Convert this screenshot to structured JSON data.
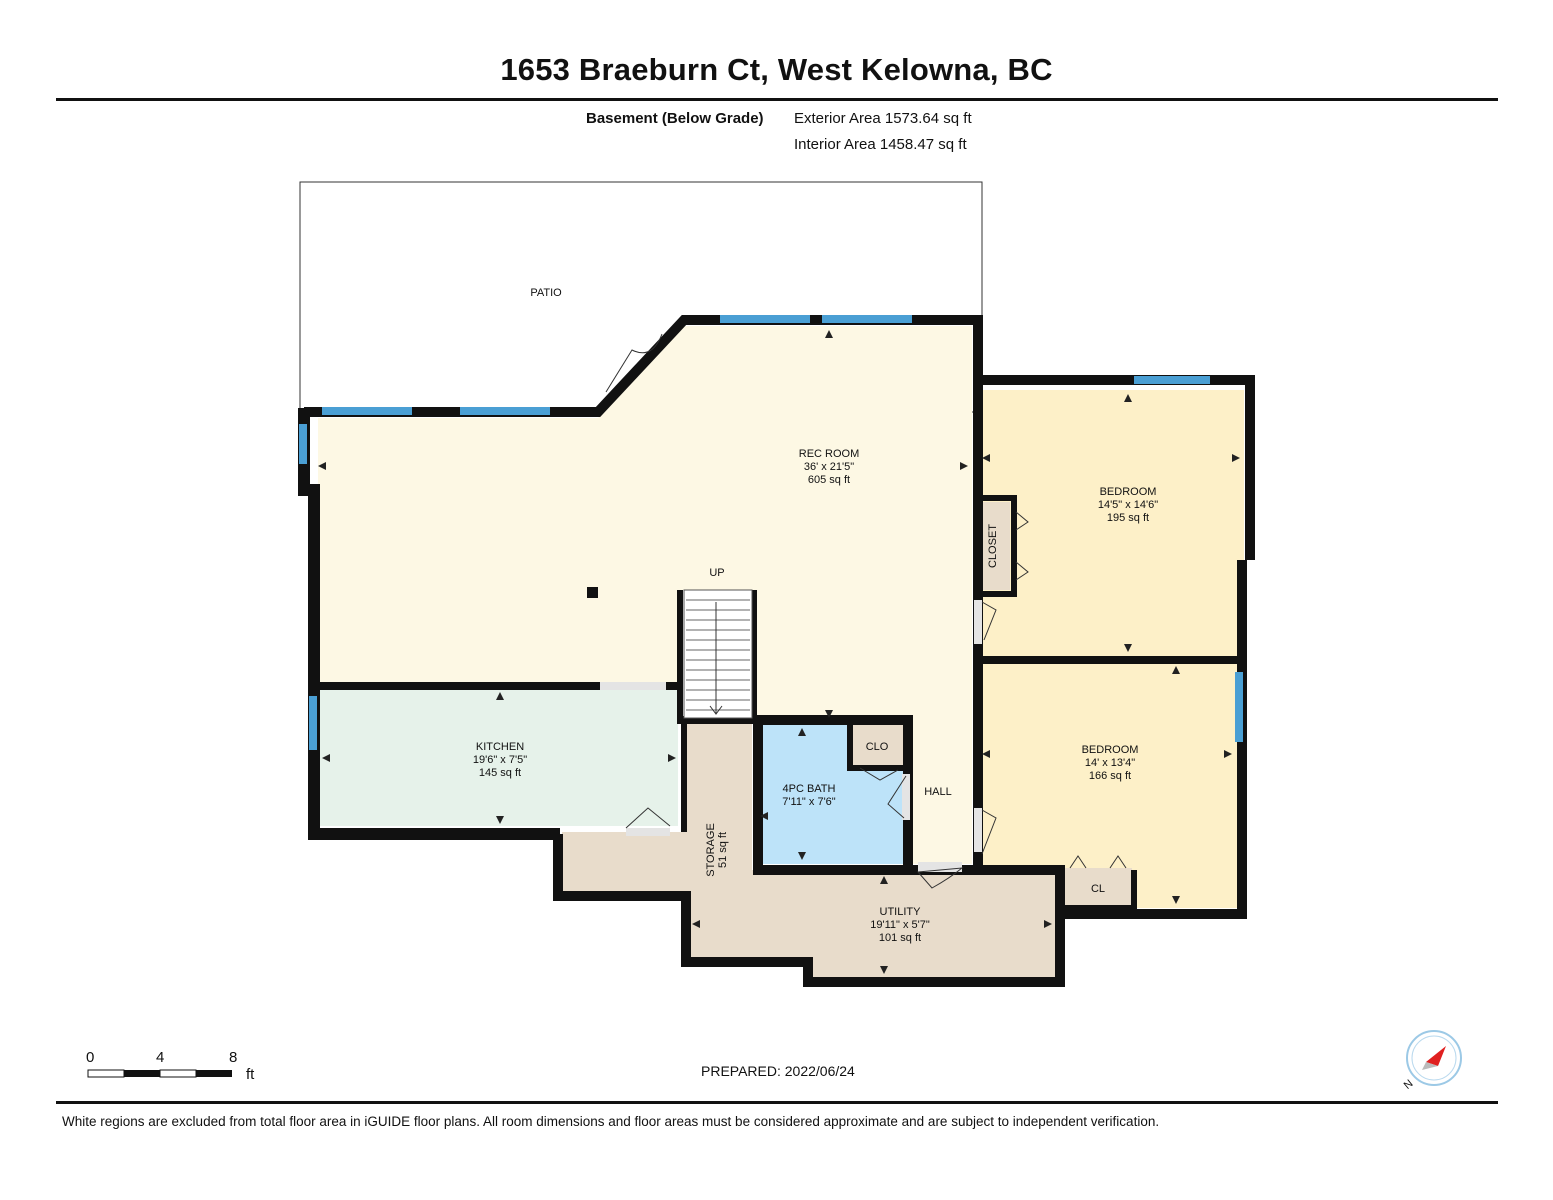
{
  "header": {
    "title": "1653 Braeburn Ct, West Kelowna, BC",
    "floor": "Basement (Below Grade)",
    "exterior_area": "Exterior Area 1573.64 sq ft",
    "interior_area": "Interior Area 1458.47 sq ft"
  },
  "rooms": {
    "patio": "PATIO",
    "rec_room": {
      "name": "REC ROOM",
      "dims": "36' x 21'5\"",
      "area": "605 sq ft"
    },
    "bedroom1": {
      "name": "BEDROOM",
      "dims": "14'5\" x 14'6\"",
      "area": "195 sq ft"
    },
    "closet": "CLOSET",
    "bedroom2": {
      "name": "BEDROOM",
      "dims": "14' x 13'4\"",
      "area": "166 sq ft"
    },
    "kitchen": {
      "name": "KITCHEN",
      "dims": "19'6\" x 7'5\"",
      "area": "145 sq ft"
    },
    "bath": {
      "name": "4PC BATH",
      "dims": "7'11\" x 7'6\""
    },
    "clo": "CLO",
    "hall": "HALL",
    "storage": {
      "name": "STORAGE",
      "area": "51 sq ft"
    },
    "utility": {
      "name": "UTILITY",
      "dims": "19'11\" x 5'7\"",
      "area": "101 sq ft"
    },
    "cl": "CL",
    "stairs": "UP"
  },
  "colors": {
    "rec_room": "#fdf8e4",
    "bedroom": "#fdf0c8",
    "kitchen": "#e6f2ea",
    "bath": "#bde3f9",
    "utility": "#e8dccb",
    "window": "#4a9fd4",
    "wall": "#111111"
  },
  "scale": {
    "ticks": [
      "0",
      "4",
      "8"
    ],
    "unit": "ft"
  },
  "prepared": "PREPARED: 2022/06/24",
  "compass_label": "N",
  "footer": "White regions are excluded from total floor area in iGUIDE floor plans. All room dimensions and floor areas must be considered approximate and are subject to independent verification."
}
